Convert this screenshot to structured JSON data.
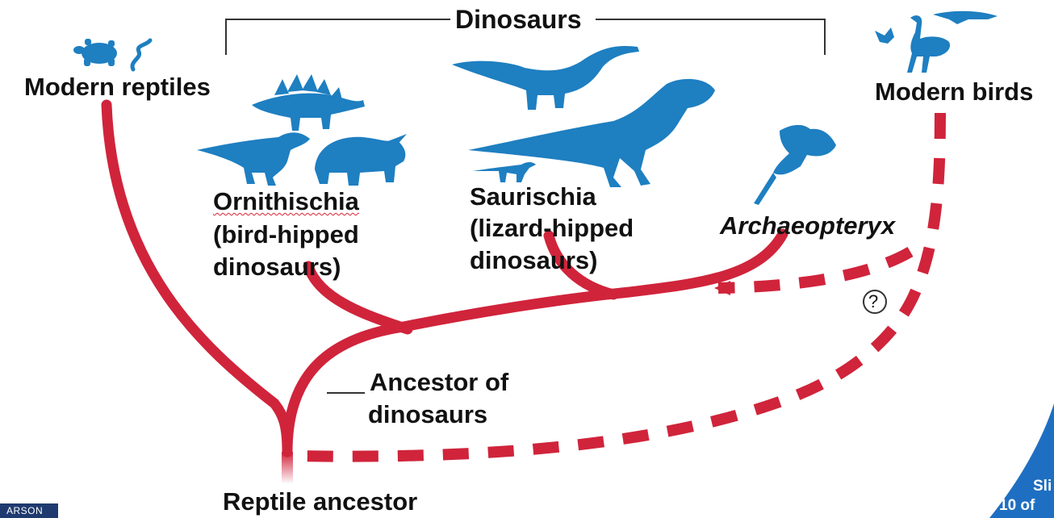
{
  "labels": {
    "top_bracket": "Dinosaurs",
    "modern_reptiles": "Modern reptiles",
    "modern_birds": "Modern birds",
    "ornithischia_name": "Ornithischia",
    "ornithischia_desc1": "(bird-hipped",
    "ornithischia_desc2": "dinosaurs)",
    "saurischia_name": "Saurischia",
    "saurischia_desc1": "(lizard-hipped",
    "saurischia_desc2": "dinosaurs)",
    "archaeopteryx": "Archaeopteryx",
    "ancestor_dinos1": "Ancestor of",
    "ancestor_dinos2": "dinosaurs",
    "reptile_ancestor": "Reptile ancestor",
    "question_mark": "?"
  },
  "footer": {
    "logo_text": "ARSON",
    "slide_line1": "Sli",
    "slide_line2": "10 of"
  },
  "colors": {
    "branch": "#d0243b",
    "silhouette": "#1e7fc1",
    "text": "#111111"
  },
  "icons": [
    "turtle-icon",
    "snake-icon",
    "stegosaurus-icon",
    "iguanodon-icon",
    "triceratops-icon",
    "sauropod-icon",
    "tyrannosaurus-icon",
    "small-theropod-icon",
    "archaeopteryx-icon",
    "flying-bird-icon",
    "ostrich-icon",
    "eagle-icon"
  ]
}
